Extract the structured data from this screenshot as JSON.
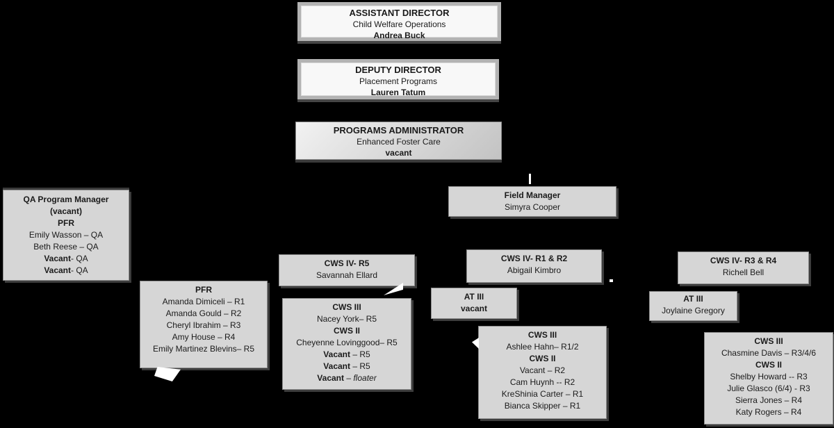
{
  "colors": {
    "background": "#000000",
    "box_fill": "#d6d6d6",
    "box_fill_light": "#f8f8f8",
    "box_gradient_dark": "#c3c3c3",
    "box_border": "#8c8c8c",
    "frame_border": "#b3b3b3",
    "shadow": "#3d3d3d",
    "text": "#1a1a1a",
    "connector_artifact": "#ffffff"
  },
  "nodes": {
    "assistant_director": {
      "lines": [
        [
          {
            "t": "ASSISTANT DIRECTOR",
            "b": true
          }
        ],
        [
          {
            "t": "Child Welfare Operations"
          }
        ],
        [
          {
            "t": "Andrea Buck",
            "b": true
          }
        ]
      ]
    },
    "deputy_director": {
      "lines": [
        [
          {
            "t": "DEPUTY DIRECTOR",
            "b": true
          }
        ],
        [
          {
            "t": "Placement Programs"
          }
        ],
        [
          {
            "t": "Lauren Tatum",
            "b": true
          }
        ]
      ]
    },
    "programs_administrator": {
      "lines": [
        [
          {
            "t": "PROGRAMS ADMINISTRATOR",
            "b": true
          }
        ],
        [
          {
            "t": "Enhanced Foster Care"
          }
        ],
        [
          {
            "t": "vacant",
            "b": true
          }
        ]
      ]
    },
    "qa_program_manager": {
      "lines": [
        [
          {
            "t": "QA Program Manager",
            "b": true
          }
        ],
        [
          {
            "t": "(vacant)",
            "b": true
          }
        ],
        [
          {
            "t": "PFR",
            "b": true
          }
        ],
        [
          {
            "t": "Emily Wasson – QA"
          }
        ],
        [
          {
            "t": "Beth Reese – QA"
          }
        ],
        [
          {
            "t": "Vacant",
            "b": true
          },
          {
            "t": "- QA"
          }
        ],
        [
          {
            "t": "Vacant",
            "b": true
          },
          {
            "t": "- QA"
          }
        ]
      ]
    },
    "field_manager": {
      "lines": [
        [
          {
            "t": "Field Manager",
            "b": true
          }
        ],
        [
          {
            "t": "Simyra Cooper"
          }
        ]
      ]
    },
    "cws_iv_r5": {
      "lines": [
        [
          {
            "t": "CWS IV- R5",
            "b": true
          }
        ],
        [
          {
            "t": "Savannah Ellard"
          }
        ]
      ]
    },
    "cws_iv_r1_r2": {
      "lines": [
        [
          {
            "t": "CWS IV- R1 & R2",
            "b": true
          }
        ],
        [
          {
            "t": "Abigail Kimbro"
          }
        ]
      ]
    },
    "cws_iv_r3_r4": {
      "lines": [
        [
          {
            "t": "CWS IV- R3 & R4",
            "b": true
          }
        ],
        [
          {
            "t": "Richell Bell"
          }
        ]
      ]
    },
    "at_iii_vacant": {
      "lines": [
        [
          {
            "t": "AT III",
            "b": true
          }
        ],
        [
          {
            "t": "vacant",
            "b": true
          }
        ]
      ]
    },
    "at_iii_gregory": {
      "lines": [
        [
          {
            "t": "AT III",
            "b": true
          }
        ],
        [
          {
            "t": "Joylaine Gregory"
          }
        ]
      ]
    },
    "pfr": {
      "lines": [
        [
          {
            "t": "PFR",
            "b": true
          }
        ],
        [
          {
            "t": "Amanda Dimiceli – R1"
          }
        ],
        [
          {
            "t": "Amanda Gould – R2"
          }
        ],
        [
          {
            "t": "Cheryl Ibrahim – R3"
          }
        ],
        [
          {
            "t": "Amy House – R4"
          }
        ],
        [
          {
            "t": "Emily Martinez Blevins– R5"
          }
        ]
      ]
    },
    "cws_iii_r5": {
      "lines": [
        [
          {
            "t": "CWS III",
            "b": true
          }
        ],
        [
          {
            "t": "Nacey York– R5"
          }
        ],
        [
          {
            "t": "CWS II",
            "b": true
          }
        ],
        [
          {
            "t": "Cheyenne Lovinggood– R5"
          }
        ],
        [
          {
            "t": "Vacant",
            "b": true
          },
          {
            "t": " – R5"
          }
        ],
        [
          {
            "t": "Vacant",
            "b": true
          },
          {
            "t": " – R5"
          }
        ],
        [
          {
            "t": "Vacant",
            "b": true
          },
          {
            "t": " – "
          },
          {
            "t": "floater",
            "i": true
          }
        ]
      ]
    },
    "cws_iii_r1_r2": {
      "lines": [
        [
          {
            "t": "CWS III",
            "b": true
          }
        ],
        [
          {
            "t": "Ashlee Hahn– R1/2"
          }
        ],
        [
          {
            "t": "CWS II",
            "b": true
          }
        ],
        [
          {
            "t": "Vacant – R2"
          }
        ],
        [
          {
            "t": "Cam Huynh -- R2"
          }
        ],
        [
          {
            "t": "KreShinia Carter – R1"
          }
        ],
        [
          {
            "t": "Bianca Skipper – R1"
          }
        ]
      ]
    },
    "cws_iii_r3_r4_r6": {
      "lines": [
        [
          {
            "t": "CWS III",
            "b": true
          }
        ],
        [
          {
            "t": "Chasmine Davis – R3/4/6"
          }
        ],
        [
          {
            "t": "CWS II",
            "b": true
          }
        ],
        [
          {
            "t": "Shelby Howard -- R3"
          }
        ],
        [
          {
            "t": "Julie Glasco (6/4) - R3"
          }
        ],
        [
          {
            "t": "Sierra Jones – R4"
          }
        ],
        [
          {
            "t": "Katy Rogers – R4"
          }
        ]
      ]
    }
  }
}
